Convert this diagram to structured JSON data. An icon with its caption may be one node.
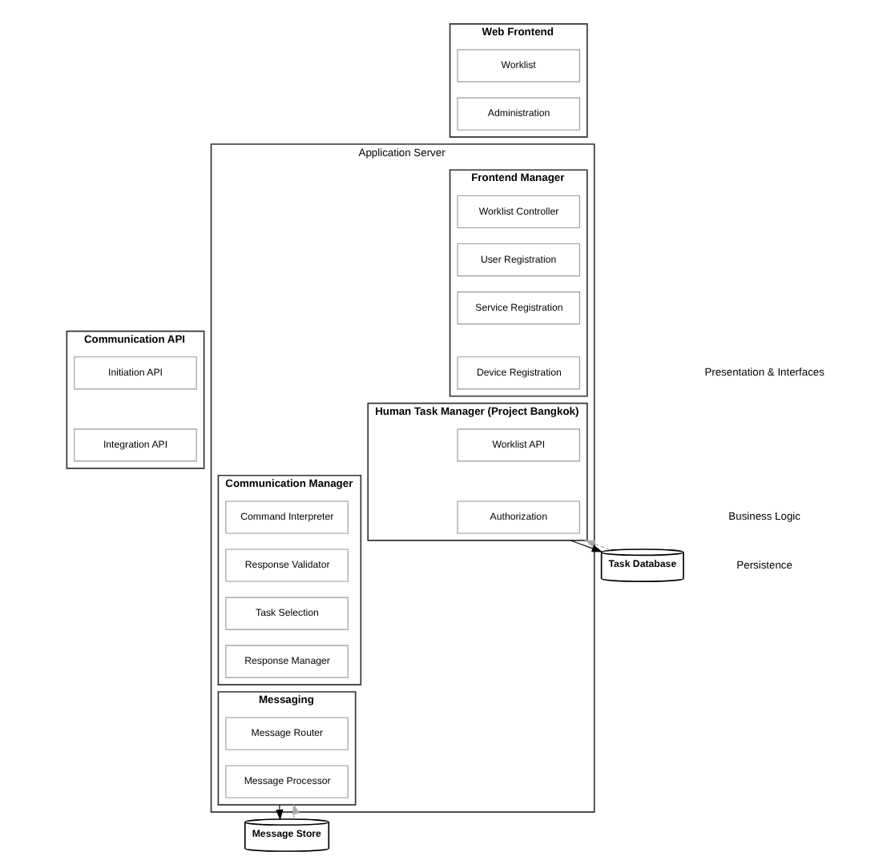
{
  "diagram": {
    "nodes": [
      {
        "text": [
          "Application Server"
        ]
      },
      {
        "text": [
          "Web Frontend"
        ]
      },
      {
        "text": [
          "Worklist"
        ],
        "in": 1
      },
      {
        "text": [
          "Administration"
        ],
        "in": 1
      },
      {
        "text": [
          "Communication API"
        ]
      },
      {
        "text": [
          "Initiation API"
        ],
        "in": 4
      },
      {
        "text": [
          "Integration API"
        ],
        "in": 4
      },
      {
        "text": [
          "Frontend Manager"
        ],
        "in": 0
      },
      {
        "text": [
          "Worklist Controller"
        ],
        "in": 7
      },
      {
        "text": [
          "User Registration"
        ],
        "in": 7
      },
      {
        "text": [
          "Service Registration"
        ],
        "in": 7
      },
      {
        "text": [
          "Device Registration"
        ],
        "in": 7
      },
      {
        "text": [
          "Communication Manager"
        ],
        "in": 0
      },
      {
        "text": [
          "Command Interpreter"
        ],
        "in": 12
      },
      {
        "text": [
          "Response Validator"
        ],
        "in": 12
      },
      {
        "text": [
          "Task Selection"
        ],
        "in": 12
      },
      {
        "text": [
          "Response Manager"
        ],
        "in": 12
      },
      {
        "text": [
          "Human Task Manager (Project Bangkok)"
        ],
        "in": 0
      },
      {
        "text": [
          "Worklist API"
        ],
        "in": 17
      },
      {
        "text": [
          "Authorization"
        ],
        "in": 17
      },
      {
        "text": [
          "Messaging"
        ],
        "in": 0
      },
      {
        "text": [
          "Message Router"
        ],
        "in": 20
      },
      {
        "text": [
          "Message Processor"
        ],
        "in": 20
      },
      {
        "text": [
          "Task Database"
        ]
      },
      {
        "text": [
          "Message Store"
        ]
      }
    ],
    "edges": [
      {
        "from": 17,
        "to": 23,
        "arrow": "to"
      },
      {
        "from": 23,
        "to": 17,
        "arrow": "to",
        "style": "dashed",
        "color": "#aaaaaa"
      },
      {
        "from": 20,
        "to": 24,
        "arrow": "to"
      },
      {
        "from": 24,
        "to": 20,
        "arrow": "to",
        "style": "dashed",
        "color": "#aaaaaa"
      }
    ],
    "labels": [
      "Presentation & Interfaces",
      "Business Logic",
      "Persistence"
    ]
  }
}
